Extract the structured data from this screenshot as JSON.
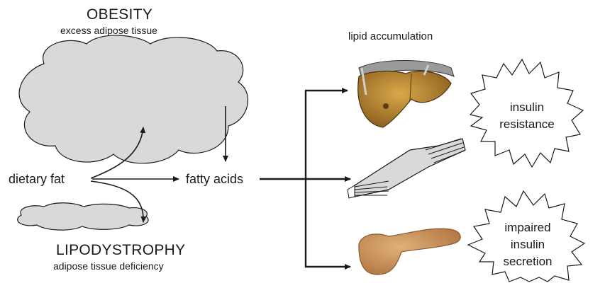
{
  "obesity": {
    "title": "OBESITY",
    "subtitle": "excess adipose tissue"
  },
  "lipodystrophy": {
    "title": "LIPODYSTROPHY",
    "subtitle": "adipose tissue deficiency"
  },
  "flow": {
    "dietary_fat": "dietary fat",
    "fatty_acids": "fatty acids",
    "lipid_accumulation": "lipid accumulation"
  },
  "outcomes": {
    "insulin_resistance": [
      "insulin",
      "resistance"
    ],
    "impaired_secretion": [
      "impaired",
      "insulin",
      "secretion"
    ]
  },
  "organs": [
    "liver",
    "muscle",
    "pancreas"
  ],
  "colors": {
    "adipose": "#d9d9d9",
    "stroke": "#1a1a1a",
    "liver": "#b8872e",
    "pancreas": "#c9915a"
  }
}
